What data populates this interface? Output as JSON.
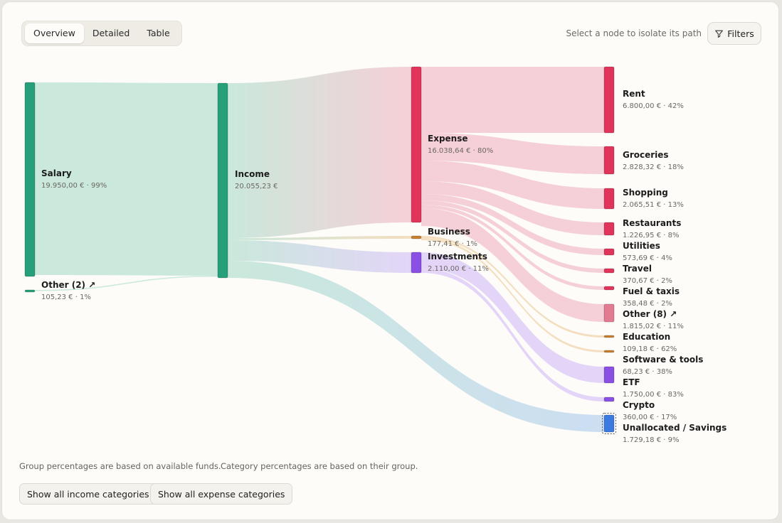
{
  "tabs": [
    "Overview",
    "Detailed",
    "Table"
  ],
  "active_tab": 0,
  "hint": "Select a node to isolate its path",
  "filters_label": "Filters",
  "icons": {
    "filter": "funnel-icon",
    "expand": "arrow-up-right-icon"
  },
  "colors": {
    "green": "#26a07a",
    "expense": "#e0345a",
    "business": "#c8802e",
    "investments": "#8a4fe3",
    "savings": "#3b7ae0",
    "flow_green": "#c7e7da",
    "flow_pink": "#f5cdd5",
    "flow_purple": "#e2d3f8",
    "flow_blue": "#cadcf2",
    "flow_orange": "#f3dcbd"
  },
  "sankey": {
    "unit": "€",
    "nodes": [
      {
        "id": "salary",
        "name": "Salary",
        "value": 19950,
        "value_label": "19.950,00 € · 99%",
        "column": 0,
        "color": "#26a07a"
      },
      {
        "id": "other_in",
        "name": "Other (2)",
        "value": 105.23,
        "value_label": "105,23 € · 1%",
        "column": 0,
        "color": "#26a07a",
        "expandable": true
      },
      {
        "id": "income",
        "name": "Income",
        "value": 20055.23,
        "value_label": "20.055,23 €",
        "column": 1,
        "color": "#26a07a"
      },
      {
        "id": "expense",
        "name": "Expense",
        "value": 16038.64,
        "value_label": "16.038,64 € · 80%",
        "column": 2,
        "color": "#e0345a"
      },
      {
        "id": "business",
        "name": "Business",
        "value": 177.41,
        "value_label": "177,41 € · 1%",
        "column": 2,
        "color": "#c8802e"
      },
      {
        "id": "investments",
        "name": "Investments",
        "value": 2110,
        "value_label": "2.110,00 € · 11%",
        "column": 2,
        "color": "#8a4fe3"
      },
      {
        "id": "rent",
        "name": "Rent",
        "value": 6800,
        "value_label": "6.800,00 € · 42%",
        "column": 3,
        "color": "#e0345a"
      },
      {
        "id": "groceries",
        "name": "Groceries",
        "value": 2828.32,
        "value_label": "2.828,32 € · 18%",
        "column": 3,
        "color": "#e0345a"
      },
      {
        "id": "shopping",
        "name": "Shopping",
        "value": 2065.51,
        "value_label": "2.065,51 € · 13%",
        "column": 3,
        "color": "#e0345a"
      },
      {
        "id": "restaurants",
        "name": "Restaurants",
        "value": 1226.95,
        "value_label": "1.226,95 € · 8%",
        "column": 3,
        "color": "#e0345a"
      },
      {
        "id": "utilities",
        "name": "Utilities",
        "value": 573.69,
        "value_label": "573,69 € · 4%",
        "column": 3,
        "color": "#e0345a"
      },
      {
        "id": "travel",
        "name": "Travel",
        "value": 370.67,
        "value_label": "370,67 € · 2%",
        "column": 3,
        "color": "#e0345a"
      },
      {
        "id": "fuel",
        "name": "Fuel & taxis",
        "value": 358.48,
        "value_label": "358,48 € · 2%",
        "column": 3,
        "color": "#e0345a"
      },
      {
        "id": "other_exp",
        "name": "Other (8)",
        "value": 1815.02,
        "value_label": "1.815,02 € · 11%",
        "column": 3,
        "color": "#e27a92",
        "expandable": true
      },
      {
        "id": "education",
        "name": "Education",
        "value": 109.18,
        "value_label": "109,18 € · 62%",
        "column": 3,
        "color": "#c8802e"
      },
      {
        "id": "software",
        "name": "Software & tools",
        "value": 68.23,
        "value_label": "68,23 € · 38%",
        "column": 3,
        "color": "#c8802e"
      },
      {
        "id": "etf",
        "name": "ETF",
        "value": 1750,
        "value_label": "1.750,00 € · 83%",
        "column": 3,
        "color": "#8a4fe3"
      },
      {
        "id": "crypto",
        "name": "Crypto",
        "value": 360,
        "value_label": "360,00 € · 17%",
        "column": 3,
        "color": "#8a4fe3"
      },
      {
        "id": "savings",
        "name": "Unallocated / Savings",
        "value": 1729.18,
        "value_label": "1.729,18 € · 9%",
        "column": 3,
        "color": "#3b7ae0",
        "selected": true
      }
    ],
    "links": [
      {
        "source": "salary",
        "target": "income",
        "value": 19950
      },
      {
        "source": "other_in",
        "target": "income",
        "value": 105.23
      },
      {
        "source": "income",
        "target": "expense",
        "value": 16038.64
      },
      {
        "source": "income",
        "target": "business",
        "value": 177.41
      },
      {
        "source": "income",
        "target": "investments",
        "value": 2110
      },
      {
        "source": "income",
        "target": "savings",
        "value": 1729.18
      },
      {
        "source": "expense",
        "target": "rent",
        "value": 6800
      },
      {
        "source": "expense",
        "target": "groceries",
        "value": 2828.32
      },
      {
        "source": "expense",
        "target": "shopping",
        "value": 2065.51
      },
      {
        "source": "expense",
        "target": "restaurants",
        "value": 1226.95
      },
      {
        "source": "expense",
        "target": "utilities",
        "value": 573.69
      },
      {
        "source": "expense",
        "target": "travel",
        "value": 370.67
      },
      {
        "source": "expense",
        "target": "fuel",
        "value": 358.48
      },
      {
        "source": "expense",
        "target": "other_exp",
        "value": 1815.02
      },
      {
        "source": "business",
        "target": "education",
        "value": 109.18
      },
      {
        "source": "business",
        "target": "software",
        "value": 68.23
      },
      {
        "source": "investments",
        "target": "etf",
        "value": 1750
      },
      {
        "source": "investments",
        "target": "crypto",
        "value": 360
      }
    ]
  },
  "notes": {
    "group": "Group percentages are based on available funds.",
    "category": "Category percentages are based on their group."
  },
  "buttons": {
    "show_income": "Show all income categories",
    "show_expense": "Show all expense categories"
  }
}
